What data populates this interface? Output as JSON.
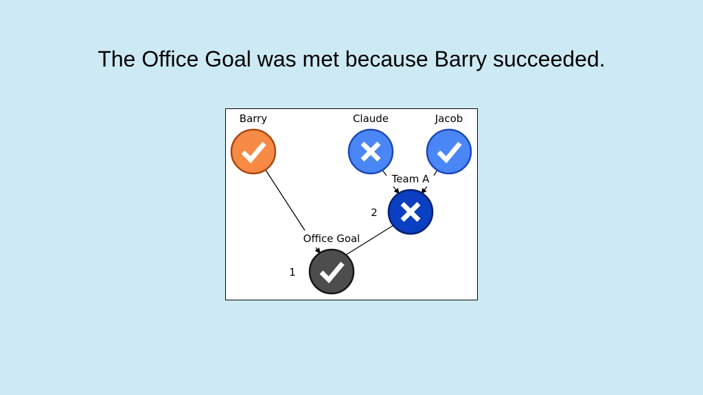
{
  "headline": "The Office Goal was met because Barry succeeded.",
  "diagram": {
    "nodes": [
      {
        "id": "barry",
        "label": "Barry",
        "status": "success",
        "color": "#f78b45",
        "stroke": "#a84710",
        "icon": "check-icon",
        "number": ""
      },
      {
        "id": "claude",
        "label": "Claude",
        "status": "failure",
        "color": "#4a86f6",
        "stroke": "#1a48b8",
        "icon": "cross-icon",
        "number": ""
      },
      {
        "id": "jacob",
        "label": "Jacob",
        "status": "success",
        "color": "#4a86f6",
        "stroke": "#1a48b8",
        "icon": "check-icon",
        "number": ""
      },
      {
        "id": "team-a",
        "label": "Team A",
        "status": "failure",
        "color": "#0b3fc2",
        "stroke": "#06206a",
        "icon": "cross-icon",
        "number": "2"
      },
      {
        "id": "office-goal",
        "label": "Office Goal",
        "status": "success",
        "color": "#4d4d4d",
        "stroke": "#151515",
        "icon": "check-icon",
        "number": "1"
      }
    ],
    "edges": [
      {
        "from": "claude",
        "to": "team-a"
      },
      {
        "from": "jacob",
        "to": "team-a"
      },
      {
        "from": "barry",
        "to": "office-goal"
      },
      {
        "from": "team-a",
        "to": "office-goal"
      }
    ]
  }
}
